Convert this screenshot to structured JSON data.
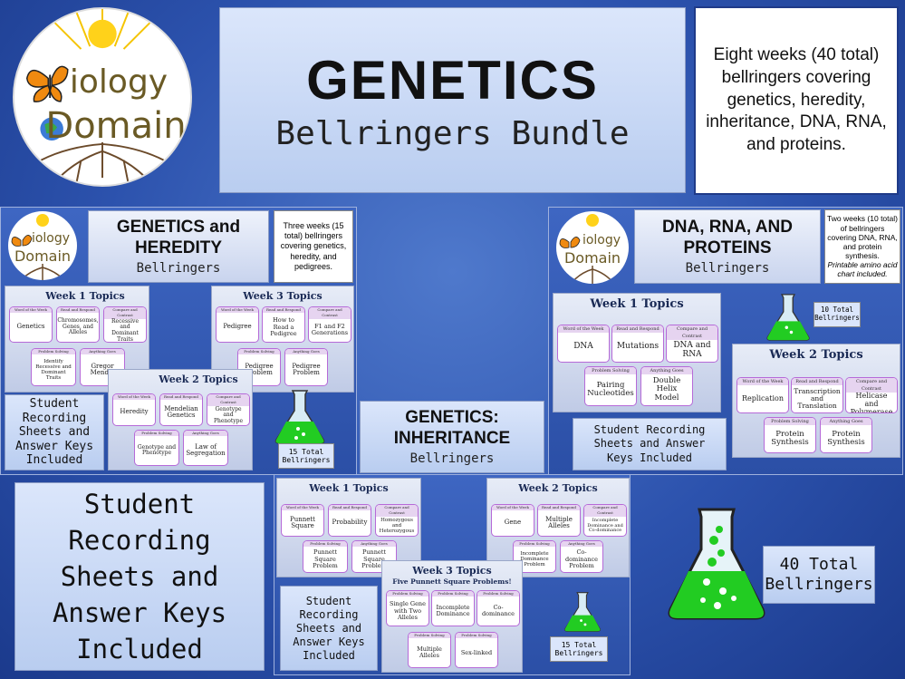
{
  "logo": {
    "line1": "iology",
    "line2": "Domain"
  },
  "title": {
    "main": "GENETICS",
    "sub": "Bellringers Bundle"
  },
  "description": "Eight weeks (40 total) bellringers covering genetics, heredity, inheritance, DNA, RNA, and proteins.",
  "genetics_heredity": {
    "title": "GENETICS and HEREDITY",
    "sub": "Bellringers",
    "desc": "Three weeks (15 total) bellringers covering genetics, heredity, and pedigrees.",
    "student": "Student Recording Sheets and Answer Keys Included",
    "total": "15 Total Bellringers",
    "week1": {
      "title": "Week 1 Topics",
      "cards": [
        {
          "h": "Word of the Week",
          "b": "Genetics"
        },
        {
          "h": "Read and Respond",
          "b": "Chromosomes, Genes, and Alleles"
        },
        {
          "h": "Compare and Contrast",
          "b": "Recessive and Dominant Traits"
        },
        {
          "h": "Problem Solving",
          "b": "Identify Recessive and Dominant Traits"
        },
        {
          "h": "Anything Goes",
          "b": "Gregor Mendel"
        }
      ]
    },
    "week2": {
      "title": "Week 2 Topics",
      "cards": [
        {
          "h": "Word of the Week",
          "b": "Heredity"
        },
        {
          "h": "Read and Respond",
          "b": "Mendelian Genetics"
        },
        {
          "h": "Compare and Contrast",
          "b": "Genotype and Phenotype"
        },
        {
          "h": "Problem Solving",
          "b": "Genotype and Phenotype"
        },
        {
          "h": "Anything Goes",
          "b": "Law of Segregation"
        }
      ]
    },
    "week3": {
      "title": "Week 3 Topics",
      "cards": [
        {
          "h": "Word of the Week",
          "b": "Pedigree"
        },
        {
          "h": "Read and Respond",
          "b": "How to Read a Pedigree"
        },
        {
          "h": "Compare and Contrast",
          "b": "F1 and F2 Generations"
        },
        {
          "h": "Problem Solving",
          "b": "Pedigree Problem"
        },
        {
          "h": "Anything Goes",
          "b": "Pedigree Problem"
        }
      ]
    }
  },
  "dna": {
    "title": "DNA, RNA, AND PROTEINS",
    "sub": "Bellringers",
    "desc": "Two weeks (10 total) of bellringers covering DNA, RNA, and protein synthesis.",
    "desc_italic": "Printable amino acid chart included.",
    "total": "10 Total Bellringers",
    "student": "Student Recording Sheets and Answer Keys Included",
    "week1": {
      "title": "Week 1 Topics",
      "cards": [
        {
          "h": "Word of the Week",
          "b": "DNA"
        },
        {
          "h": "Read and Respond",
          "b": "Mutations"
        },
        {
          "h": "Compare and Contrast",
          "b": "DNA and RNA"
        },
        {
          "h": "Problem Solving",
          "b": "Pairing Nucleotides"
        },
        {
          "h": "Anything Goes",
          "b": "Double Helix Model"
        }
      ]
    },
    "week2": {
      "title": "Week 2 Topics",
      "cards": [
        {
          "h": "Word of the Week",
          "b": "Replication"
        },
        {
          "h": "Read and Respond",
          "b": "Transcription and Translation"
        },
        {
          "h": "Compare and Contrast",
          "b": "Helicase and Polymerase"
        },
        {
          "h": "Problem Solving",
          "b": "Protein Synthesis"
        },
        {
          "h": "Anything Goes",
          "b": "Protein Synthesis"
        }
      ]
    }
  },
  "inheritance": {
    "title": "GENETICS: INHERITANCE",
    "sub": "Bellringers",
    "student": "Student Recording Sheets and Answer Keys Included",
    "total": "15 Total Bellringers",
    "week1": {
      "title": "Week 1 Topics",
      "cards": [
        {
          "h": "Word of the Week",
          "b": "Punnett Square"
        },
        {
          "h": "Read and Respond",
          "b": "Probability"
        },
        {
          "h": "Compare and Contrast",
          "b": "Homozygous and Heterozygous"
        },
        {
          "h": "Problem Solving",
          "b": "Punnett Square Problem"
        },
        {
          "h": "Anything Goes",
          "b": "Punnett Square Problem"
        }
      ]
    },
    "week2": {
      "title": "Week 2 Topics",
      "cards": [
        {
          "h": "Word of the Week",
          "b": "Gene"
        },
        {
          "h": "Read and Respond",
          "b": "Multiple Alleles"
        },
        {
          "h": "Compare and Contrast",
          "b": "Incomplete Dominance and Co-dominance"
        },
        {
          "h": "Problem Solving",
          "b": "Incomplete Dominance Problem"
        },
        {
          "h": "Anything Goes",
          "b": "Co-dominance Problem"
        }
      ]
    },
    "week3": {
      "title": "Week 3 Topics",
      "subtitle": "Five Punnett Square Problems!",
      "cards": [
        {
          "h": "Problem Solving",
          "b": "Single Gene with Two Alleles"
        },
        {
          "h": "Problem Solving",
          "b": "Incomplete Dominance"
        },
        {
          "h": "Problem Solving",
          "b": "Co-dominance"
        },
        {
          "h": "Problem Solving",
          "b": "Multiple Alleles"
        },
        {
          "h": "Problem Solving",
          "b": "Sex-linked"
        }
      ]
    }
  },
  "bundle": {
    "student": "Student Recording Sheets and Answer Keys Included",
    "total": "40 Total Bellringers"
  },
  "colors": {
    "background": "#2c52ad",
    "flask_green": "#22cc22",
    "card_border": "#b66ad8"
  }
}
